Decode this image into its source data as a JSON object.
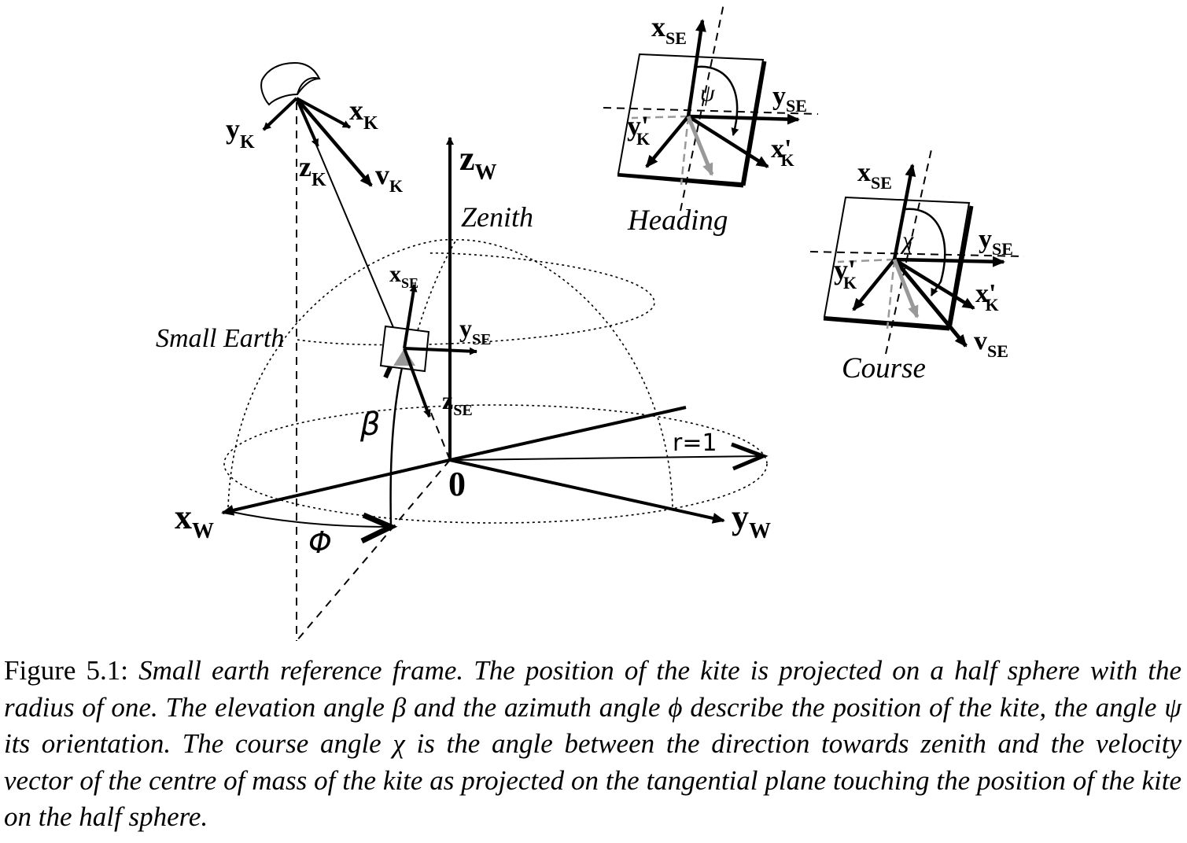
{
  "diagram": {
    "main": {
      "z_w": "z",
      "z_w_sub": "W",
      "x_w": "x",
      "x_w_sub": "W",
      "y_w": "y",
      "y_w_sub": "W",
      "origin": "0",
      "zenith": "Zenith",
      "small_earth": "Small Earth",
      "r": "r=1",
      "beta": "β",
      "phi": "Φ",
      "x_se": "x",
      "x_se_sub": "SE",
      "y_se": "y",
      "y_se_sub": "SE",
      "z_se": "z",
      "z_se_sub": "SE",
      "x_k": "x",
      "x_k_sub": "K",
      "y_k": "y",
      "y_k_sub": "K",
      "z_k": "z",
      "z_k_sub": "K",
      "v_k": "v",
      "v_k_sub": "K"
    },
    "heading": {
      "title": "Heading",
      "angle": "ψ",
      "x_se": "x",
      "x_se_sub": "SE",
      "y_se": "y",
      "y_se_sub": "SE",
      "y_k": "y'",
      "y_k_sub": "K",
      "x_k": "x'",
      "x_k_sub": "K"
    },
    "course": {
      "title": "Course",
      "angle": "χ",
      "x_se": "x",
      "x_se_sub": "SE",
      "y_se": "y",
      "y_se_sub": "SE",
      "y_k": "y'",
      "y_k_sub": "K",
      "x_k": "x'",
      "x_k_sub": "K",
      "v_se": "v",
      "v_se_sub": "SE"
    }
  },
  "caption": {
    "label": "Figure 5.1:",
    "text": "Small earth reference frame. The position of the kite is projected on a half sphere with the radius of one. The elevation angle β and the azimuth angle ϕ describe the position of the kite, the angle ψ its orientation. The course angle χ is the angle between the direction towards zenith and the velocity vector of the centre of mass of the kite as projected on the tangential plane touching the position of the kite on the half sphere."
  }
}
